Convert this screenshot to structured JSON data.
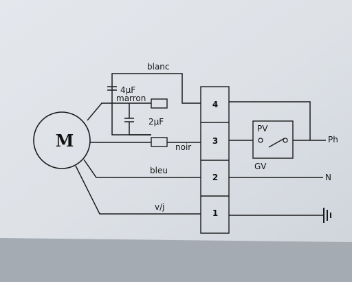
{
  "motor": {
    "label": "M"
  },
  "wires": {
    "blanc": "blanc",
    "marron": "marron",
    "noir": "noir",
    "bleu": "bleu",
    "vj": "v/j"
  },
  "capacitors": {
    "c1": "4µF",
    "c2": "2µF"
  },
  "terminals": [
    "4",
    "3",
    "2",
    "1"
  ],
  "switch": {
    "pv": "PV",
    "gv": "GV"
  },
  "supply": {
    "phase": "Ph",
    "neutral": "N"
  }
}
